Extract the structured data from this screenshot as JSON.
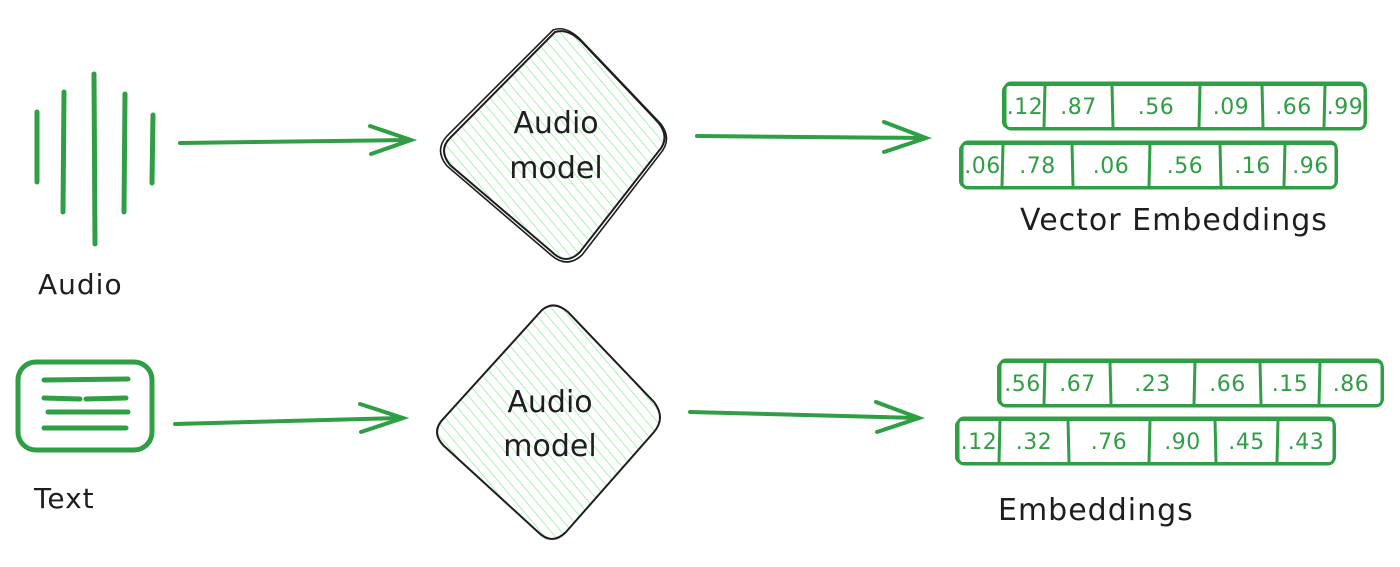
{
  "colors": {
    "accent": "#2f9e44",
    "ink": "#1e1e1e",
    "fill": "#b2f2bb"
  },
  "top_row": {
    "input_label": "Audio",
    "input_icon": "audio-waveform-icon",
    "model_line1": "Audio",
    "model_line2": "model",
    "output_label": "Vector Embeddings",
    "vector_a": [
      ".12",
      ".87",
      ".56",
      ".09",
      ".66",
      ".99"
    ],
    "vector_b": [
      ".06",
      ".78",
      ".06",
      ".56",
      ".16",
      ".96"
    ]
  },
  "bottom_row": {
    "input_label": "Text",
    "input_icon": "text-document-icon",
    "model_line1": "Audio",
    "model_line2": "model",
    "output_label": "Embeddings",
    "vector_a": [
      ".56",
      ".67",
      ".23",
      ".66",
      ".15",
      ".86"
    ],
    "vector_b": [
      ".12",
      ".32",
      ".76",
      ".90",
      ".45",
      ".43"
    ]
  }
}
